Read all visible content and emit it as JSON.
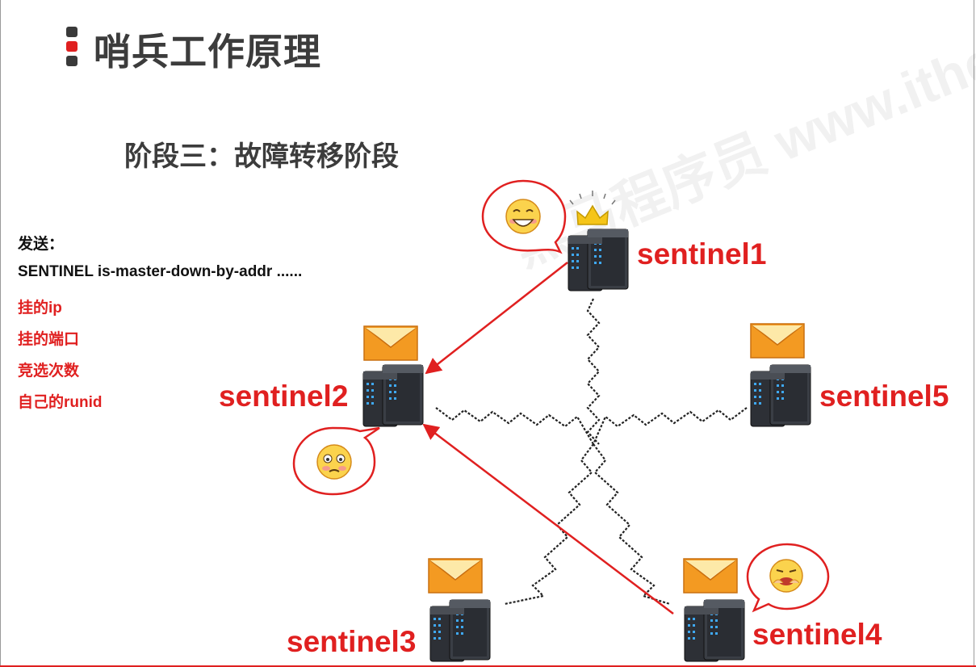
{
  "header": {
    "title": "哨兵工作原理"
  },
  "stage": {
    "title": "阶段三：故障转移阶段"
  },
  "info": {
    "label": "发送：",
    "command": "SENTINEL is-master-down-by-addr ......",
    "items": [
      "挂的ip",
      "挂的端口",
      "竞选次数",
      "自己的runid"
    ]
  },
  "nodes": [
    {
      "label": "sentinel1",
      "badge": "crown-icon",
      "emoji": "grin-emoji"
    },
    {
      "label": "sentinel2",
      "badge": "envelope-icon",
      "emoji": "sad-emoji"
    },
    {
      "label": "sentinel3",
      "badge": "envelope-icon"
    },
    {
      "label": "sentinel4",
      "badge": "envelope-icon",
      "emoji": "worried-emoji"
    },
    {
      "label": "sentinel5",
      "badge": "envelope-icon"
    }
  ],
  "watermark": {
    "text": "黑马程序员 www.itheima.com"
  },
  "colors": {
    "accent": "#e02020",
    "title": "#3c3c3c",
    "envelope": "#f39a22",
    "crown": "#f5c518",
    "server": "#2d3036"
  }
}
